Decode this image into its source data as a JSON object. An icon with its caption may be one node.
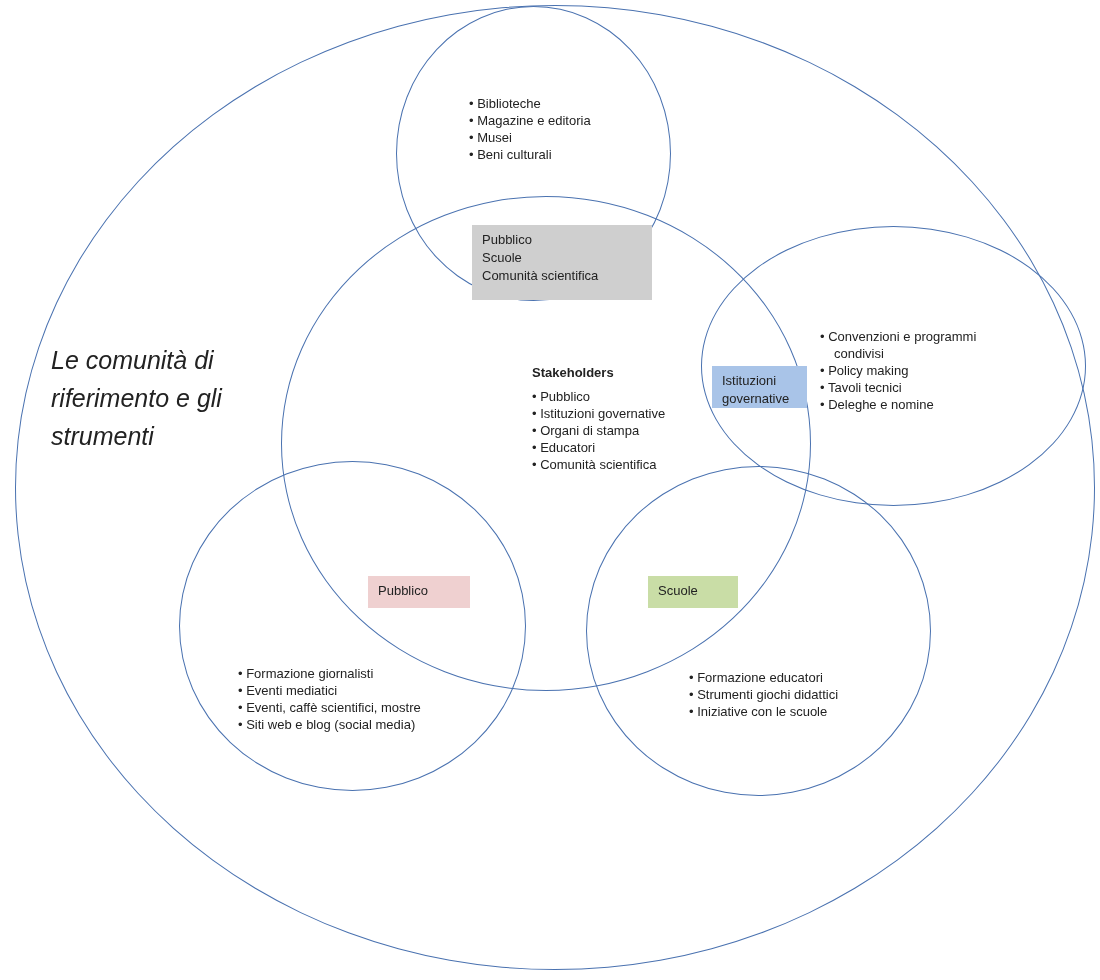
{
  "diagram": {
    "nodes": [
      {
        "text": [
          "Le comunità di riferimento e gli strumenti"
        ]
      },
      {
        "text": [
          "• Biblioteche",
          "• Magazine e editoria",
          "• Musei",
          "• Beni culturali"
        ],
        "in": 0
      },
      {
        "text": [
          "Pubblico",
          "Scuole",
          "Comunità scientifica"
        ]
      },
      {
        "text": [
          "Stakeholders",
          "• Pubblico",
          "• Istituzioni governative",
          "• Organi di stampa",
          "• Educatori",
          "• Comunità scientifica"
        ],
        "in": 0
      },
      {
        "text": [
          "• Convenzioni e programmi condivisi",
          "• Policy making",
          "• Tavoli tecnici",
          "• Deleghe e nomine"
        ],
        "in": 0
      },
      {
        "text": [
          "Istituzioni governative"
        ]
      },
      {
        "text": [
          "• Formazione giornalisti",
          "• Eventi mediatici",
          "• Eventi, caffè scientifici, mostre",
          "• Siti web e blog (social media)"
        ],
        "in": 0
      },
      {
        "text": [
          "Pubblico"
        ]
      },
      {
        "text": [
          "• Formazione educatori",
          "• Strumenti giochi didattici",
          "• Iniziative con le scuole"
        ],
        "in": 0
      },
      {
        "text": [
          "Scuole"
        ]
      }
    ]
  }
}
